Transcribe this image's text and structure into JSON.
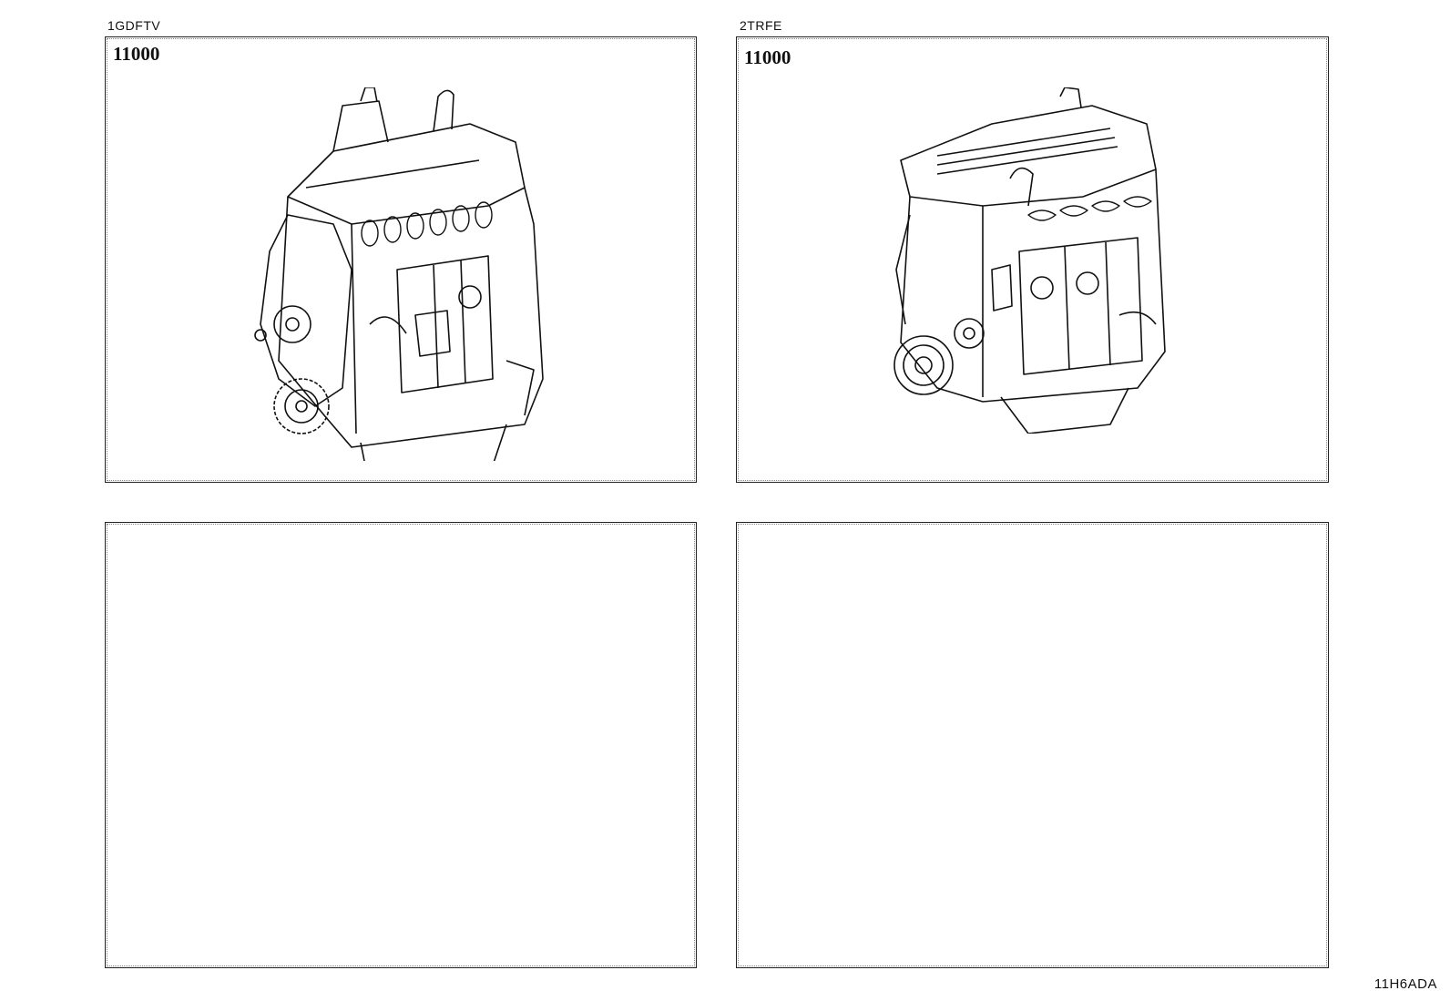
{
  "document_code": "11H6ADA",
  "panels": [
    {
      "model": "1GDFTV",
      "part_number": "11000",
      "illustration": "engine-assembly-icon"
    },
    {
      "model": "2TRFE",
      "part_number": "11000",
      "illustration": "engine-assembly-icon"
    },
    {
      "model": "",
      "part_number": ""
    },
    {
      "model": "",
      "part_number": ""
    }
  ]
}
